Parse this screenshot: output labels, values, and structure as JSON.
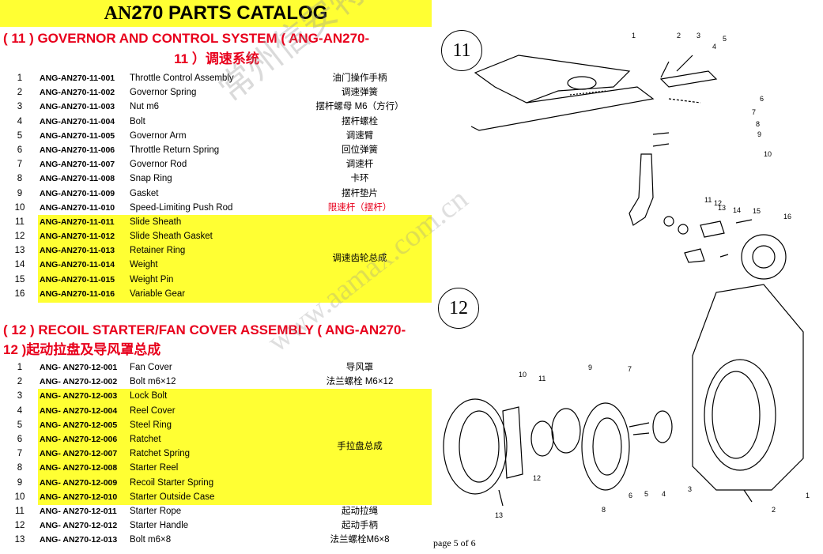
{
  "header": {
    "title_an": "AN",
    "title_rest": "270 PARTS CATALOG"
  },
  "section11": {
    "title_line1": "( 11 ) GOVERNOR AND CONTROL SYSTEM ( ANG-AN270-",
    "title_line2": "11 ）调速系统",
    "rows": [
      {
        "num": "1",
        "code": "ANG-AN270-11-001",
        "name": "Throttle Control Assembly",
        "cn": "油门操作手柄"
      },
      {
        "num": "2",
        "code": "ANG-AN270-11-002",
        "name": "Governor Spring",
        "cn": "调速弹簧"
      },
      {
        "num": "3",
        "code": "ANG-AN270-11-003",
        "name": "Nut m6",
        "cn": "摆杆螺母 M6（方行）"
      },
      {
        "num": "4",
        "code": "ANG-AN270-11-004",
        "name": "Bolt",
        "cn": "摆杆螺栓"
      },
      {
        "num": "5",
        "code": "ANG-AN270-11-005",
        "name": "Governor Arm",
        "cn": "调速臂"
      },
      {
        "num": "6",
        "code": "ANG-AN270-11-006",
        "name": "Throttle Return Spring",
        "cn": "回位弹簧"
      },
      {
        "num": "7",
        "code": "ANG-AN270-11-007",
        "name": "Governor Rod",
        "cn": "调速杆"
      },
      {
        "num": "8",
        "code": "ANG-AN270-11-008",
        "name": "Snap Ring",
        "cn": "卡环"
      },
      {
        "num": "9",
        "code": "ANG-AN270-11-009",
        "name": "Gasket",
        "cn": "摆杆垫片"
      },
      {
        "num": "10",
        "code": "ANG-AN270-11-010",
        "name": "Speed-Limiting Push Rod",
        "cn": "限速杆（摆杆）"
      },
      {
        "num": "11",
        "code": "ANG-AN270-11-011",
        "name": "Slide Sheath",
        "cn": ""
      },
      {
        "num": "12",
        "code": "ANG-AN270-11-012",
        "name": "Slide Sheath Gasket",
        "cn": ""
      },
      {
        "num": "13",
        "code": "ANG-AN270-11-013",
        "name": "Retainer Ring",
        "cn": ""
      },
      {
        "num": "14",
        "code": "ANG-AN270-11-014",
        "name": "Weight",
        "cn": ""
      },
      {
        "num": "15",
        "code": "ANG-AN270-11-015",
        "name": "Weight Pin",
        "cn": ""
      },
      {
        "num": "16",
        "code": "ANG-AN270-11-016",
        "name": "Variable Gear",
        "cn": ""
      }
    ],
    "group_cn": "调速齿轮总成"
  },
  "section12": {
    "title_line1": "( 12 ) RECOIL STARTER/FAN COVER ASSEMBLY ( ANG-AN270-",
    "title_line2": "12 )起动拉盘及导风罩总成",
    "rows": [
      {
        "num": "1",
        "code": "ANG- AN270-12-001",
        "name": "Fan Cover",
        "cn": "导风罩"
      },
      {
        "num": "2",
        "code": "ANG- AN270-12-002",
        "name": "Bolt m6×12",
        "cn": "法兰螺栓 M6×12"
      },
      {
        "num": "3",
        "code": "ANG- AN270-12-003",
        "name": "Lock Bolt",
        "cn": ""
      },
      {
        "num": "4",
        "code": "ANG- AN270-12-004",
        "name": "Reel Cover",
        "cn": ""
      },
      {
        "num": "5",
        "code": "ANG- AN270-12-005",
        "name": "Steel Ring",
        "cn": ""
      },
      {
        "num": "6",
        "code": "ANG- AN270-12-006",
        "name": "Ratchet",
        "cn": ""
      },
      {
        "num": "7",
        "code": "ANG- AN270-12-007",
        "name": "Ratchet Spring",
        "cn": ""
      },
      {
        "num": "8",
        "code": "ANG- AN270-12-008",
        "name": "Starter Reel",
        "cn": ""
      },
      {
        "num": "9",
        "code": "ANG- AN270-12-009",
        "name": "Recoil Starter Spring",
        "cn": ""
      },
      {
        "num": "10",
        "code": "ANG- AN270-12-010",
        "name": "Starter Outside Case",
        "cn": ""
      },
      {
        "num": "11",
        "code": "ANG- AN270-12-011",
        "name": "Starter Rope",
        "cn": "起动拉绳"
      },
      {
        "num": "12",
        "code": "ANG- AN270-12-012",
        "name": "Starter Handle",
        "cn": "起动手柄"
      },
      {
        "num": "13",
        "code": "ANG- AN270-12-013",
        "name": "Bolt m6×8",
        "cn": "法兰螺栓M6×8"
      }
    ],
    "group_cn": "手拉盘总成"
  },
  "diagram": {
    "label11": "11",
    "label12": "12",
    "callouts11": [
      "1",
      "2",
      "3",
      "4",
      "5",
      "6",
      "7",
      "8",
      "9",
      "10",
      "11",
      "12",
      "13",
      "14",
      "15",
      "16"
    ],
    "callouts12": [
      "1",
      "2",
      "3",
      "4",
      "5",
      "6",
      "7",
      "8",
      "9",
      "10",
      "11",
      "12",
      "13"
    ]
  },
  "watermark": {
    "cn": "常州信安特动力机械有限公司",
    "url": "www.aamax.com.cn"
  },
  "footer": {
    "page": "page 5 of 6"
  },
  "colors": {
    "highlight": "#ffff33",
    "red": "#e8001c"
  }
}
